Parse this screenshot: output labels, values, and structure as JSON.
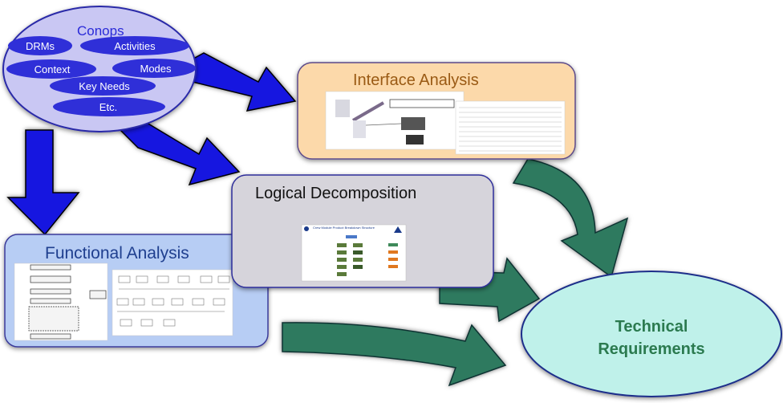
{
  "conops": {
    "title": "Conops",
    "items": [
      "DRMs",
      "Activities",
      "Context",
      "Modes",
      "Key Needs",
      "Etc."
    ]
  },
  "interface_analysis": {
    "title": "Interface Analysis"
  },
  "logical_decomposition": {
    "title": "Logical Decomposition",
    "thumbnail_title": "Crew Module Product Breakdown Structure"
  },
  "functional_analysis": {
    "title": "Functional Analysis"
  },
  "technical_requirements": {
    "line1": "Technical",
    "line2": "Requirements"
  },
  "colors": {
    "conops_fill": "#c9c7f3",
    "blue_pill": "#2f2fd8",
    "blue_arrow": "#1515e0",
    "green_arrow": "#2f7a5e",
    "interface_fill": "#fcd9aa",
    "interface_title": "#9a5a14",
    "logical_fill": "#d6d4db",
    "functional_fill": "#b7cdf4",
    "functional_title": "#1f3f8f",
    "requirements_fill": "#bff1ea",
    "requirements_text": "#2b7a4f"
  }
}
